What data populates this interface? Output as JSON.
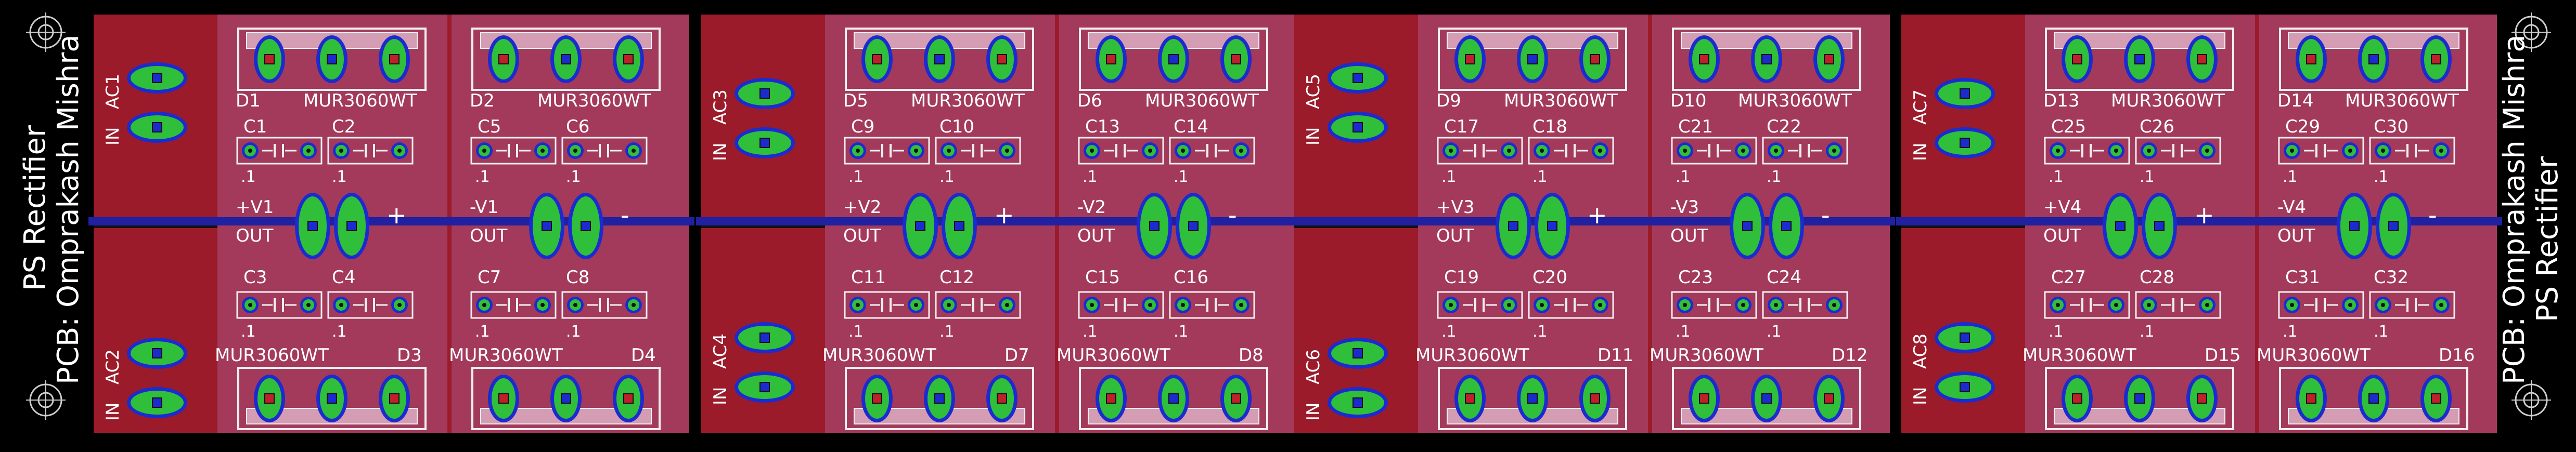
{
  "board": {
    "left_title": "PS Rectifier",
    "left_author": "PCB: Omprakash Mishra",
    "right_title": "PS Rectifier",
    "right_author": "PCB: Omprakash Mishra"
  },
  "colors": {
    "background": "#000000",
    "copper_top": "#9b1b2a",
    "copper_fill": "#a33a5c",
    "bus_trace": "#2020a0",
    "pad_green": "#2fbf3a",
    "pad_blue": "#1c2bd0",
    "pad_red": "#c0202a",
    "silkscreen": "#ffffff"
  },
  "modules": [
    {
      "ac_top": "AC1",
      "ac_bottom": "AC2",
      "in_label": "IN",
      "left": {
        "diode_top": "D1",
        "part": "MUR3060WT",
        "caps_top": [
          "C1",
          "C2"
        ],
        "cap_value": ".1",
        "rail": "+V1",
        "polarity": "+",
        "out": "OUT",
        "caps_bottom": [
          "C3",
          "C4"
        ],
        "diode_bottom": "D3"
      },
      "right": {
        "diode_top": "D2",
        "part": "MUR3060WT",
        "caps_top": [
          "C5",
          "C6"
        ],
        "cap_value": ".1",
        "rail": "-V1",
        "polarity": "-",
        "out": "OUT",
        "caps_bottom": [
          "C7",
          "C8"
        ],
        "diode_bottom": "D4"
      }
    },
    {
      "ac_top": "AC3",
      "ac_bottom": "AC4",
      "in_label": "IN",
      "left": {
        "diode_top": "D5",
        "part": "MUR3060WT",
        "caps_top": [
          "C9",
          "C10"
        ],
        "cap_value": ".1",
        "rail": "+V2",
        "polarity": "+",
        "out": "OUT",
        "caps_bottom": [
          "C11",
          "C12"
        ],
        "diode_bottom": "D7"
      },
      "right": {
        "diode_top": "D6",
        "part": "MUR3060WT",
        "caps_top": [
          "C13",
          "C14"
        ],
        "cap_value": ".1",
        "rail": "-V2",
        "polarity": "-",
        "out": "OUT",
        "caps_bottom": [
          "C15",
          "C16"
        ],
        "diode_bottom": "D8"
      }
    },
    {
      "ac_top": "AC5",
      "ac_bottom": "AC6",
      "in_label": "IN",
      "left": {
        "diode_top": "D9",
        "part": "MUR3060WT",
        "caps_top": [
          "C17",
          "C18"
        ],
        "cap_value": ".1",
        "rail": "+V3",
        "polarity": "+",
        "out": "OUT",
        "caps_bottom": [
          "C19",
          "C20"
        ],
        "diode_bottom": "D11"
      },
      "right": {
        "diode_top": "D10",
        "part": "MUR3060WT",
        "caps_top": [
          "C21",
          "C22"
        ],
        "cap_value": ".1",
        "rail": "-V3",
        "polarity": "-",
        "out": "OUT",
        "caps_bottom": [
          "C23",
          "C24"
        ],
        "diode_bottom": "D12"
      }
    },
    {
      "ac_top": "AC7",
      "ac_bottom": "AC8",
      "in_label": "IN",
      "left": {
        "diode_top": "D13",
        "part": "MUR3060WT",
        "caps_top": [
          "C25",
          "C26"
        ],
        "cap_value": ".1",
        "rail": "+V4",
        "polarity": "+",
        "out": "OUT",
        "caps_bottom": [
          "C27",
          "C28"
        ],
        "diode_bottom": "D15"
      },
      "right": {
        "diode_top": "D14",
        "part": "MUR3060WT",
        "caps_top": [
          "C29",
          "C30"
        ],
        "cap_value": ".1",
        "rail": "-V4",
        "polarity": "-",
        "out": "OUT",
        "caps_bottom": [
          "C31",
          "C32"
        ],
        "diode_bottom": "D16"
      }
    }
  ]
}
